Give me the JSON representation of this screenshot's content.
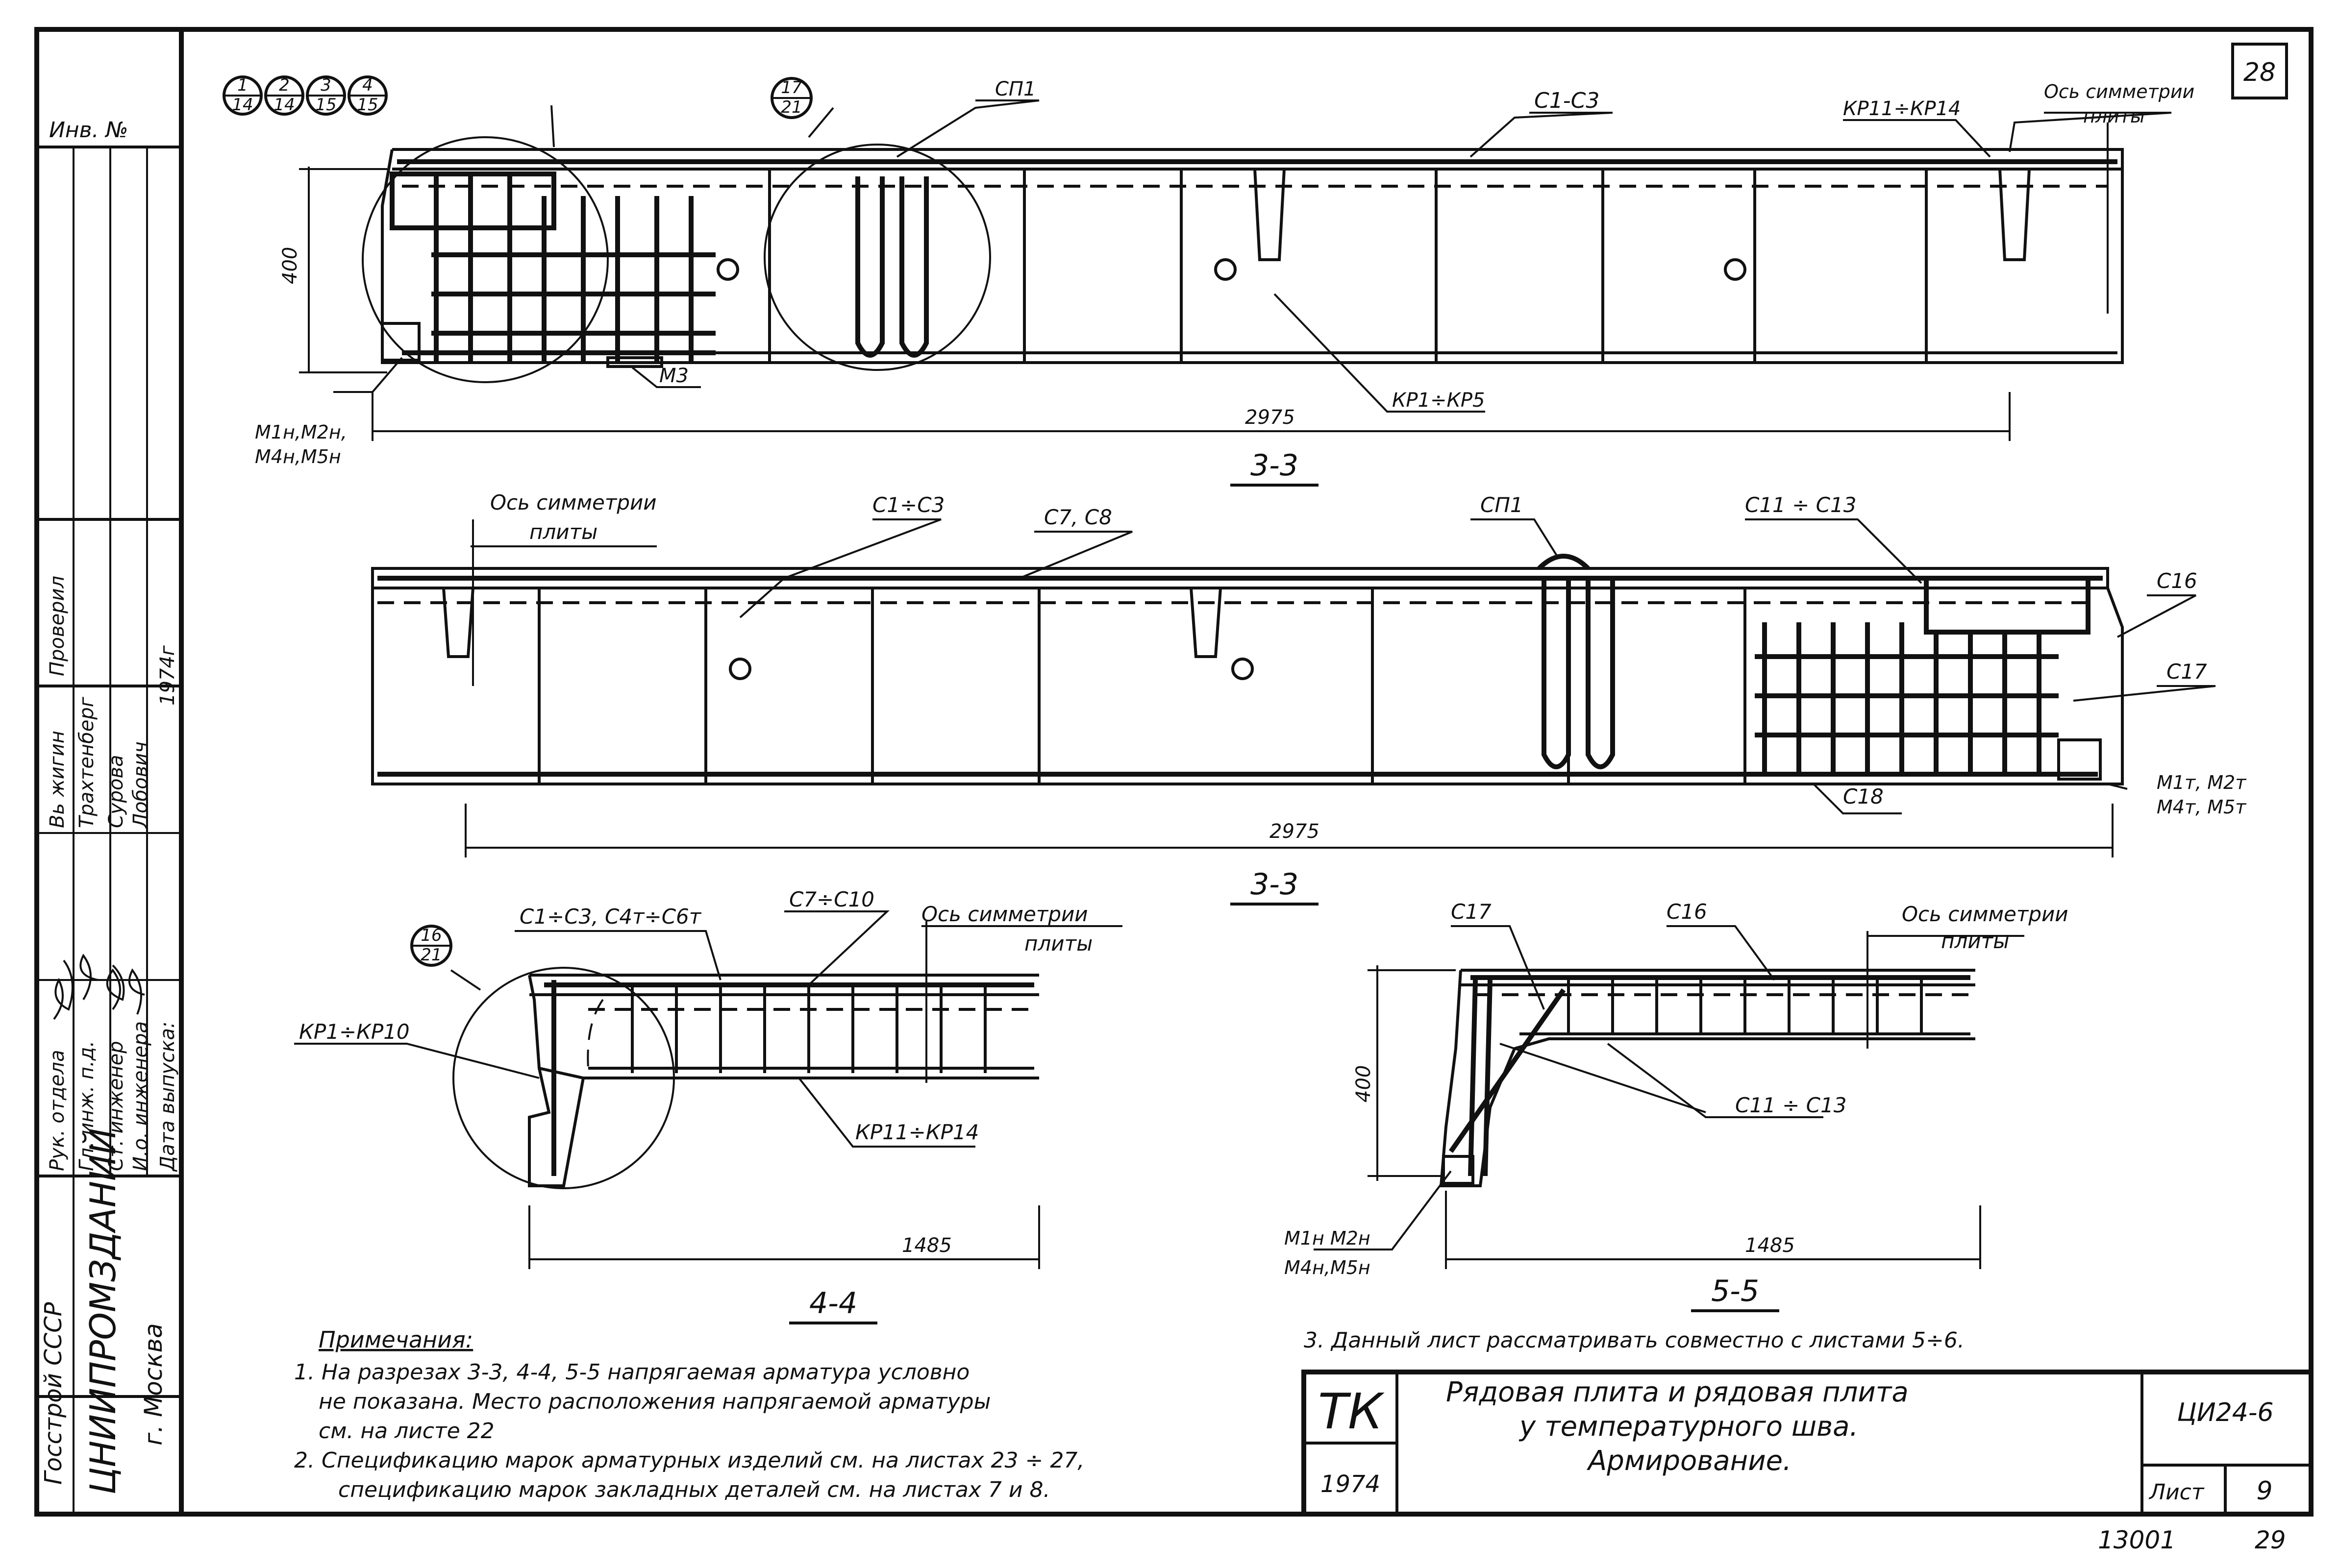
{
  "sheet": {
    "page_number": "28",
    "bottom_left_number": "13001",
    "bottom_right_number": "29"
  },
  "side_stamp": {
    "inv_no": "Инв. №",
    "gosstroy": "Госстрой СССР",
    "institute": "ЦНИИПРОМЗДАНИЙ",
    "city": "г. Москва",
    "roles": [
      "Рук. отдела",
      "Гл. инж. п.д.",
      "Ст. инженер",
      "И.о. инженера",
      "Дата выпуска:"
    ],
    "names": [
      "Вь жигин",
      "Трахтенберг",
      "Сурова",
      "Лобович",
      "1974г"
    ],
    "checked": "Проверил"
  },
  "bubbles": {
    "top_left": [
      {
        "num": "1",
        "den": "14"
      },
      {
        "num": "2",
        "den": "14"
      },
      {
        "num": "3",
        "den": "15"
      },
      {
        "num": "4",
        "den": "15"
      }
    ],
    "top_mid": {
      "num": "17",
      "den": "21"
    },
    "bottom_left": {
      "num": "16",
      "den": "21"
    }
  },
  "view1": {
    "labels": {
      "sp1": "СП1",
      "c1c3": "С1-С3",
      "kp11kp14": "КР11÷КР14",
      "axis": "Ось симметрии",
      "axis2": "плиты",
      "m1": "М1н,М2н,",
      "m2": "М4н,М5н",
      "m3": "М3",
      "kp1kp5": "КР1÷КР5",
      "dim400": "400",
      "dim_len": "2975"
    },
    "section": "3-3"
  },
  "view2": {
    "labels": {
      "axis": "Ось симметрии",
      "axis2": "плиты",
      "c1c3": "С1÷С3",
      "c7c8": "С7, С8",
      "sp1": "СП1",
      "c11c13": "С11 ÷ С13",
      "c16": "С16",
      "c17": "С17",
      "c18": "С18",
      "m1": "М1т, М2т",
      "m2": "М4т, М5т",
      "dim_len": "2975"
    },
    "section": "3-3"
  },
  "view3": {
    "labels": {
      "c1c3": "С1÷С3, С4т÷С6т",
      "c7c10": "С7÷С10",
      "axis": "Ось симметрии",
      "axis2": "плиты",
      "kp1kp10": "КР1÷КР10",
      "kp11kp14": "КР11÷КР14",
      "dim_len": "1485"
    },
    "section": "4-4"
  },
  "view4": {
    "labels": {
      "c17": "С17",
      "c16": "С16",
      "axis": "Ось симметрии",
      "axis2": "плиты",
      "c11c13": "С11 ÷ С13",
      "dim400": "400",
      "m1": "М1н М2н",
      "m2": "М4н,М5н",
      "dim_len": "1485"
    },
    "section": "5-5"
  },
  "notes": {
    "title": "Примечания:",
    "lines": [
      "1. На разрезах 3-3, 4-4, 5-5 напрягаемая арматура условно",
      "не показана. Место расположения напрягаемой арматуры",
      "см. на листе 22",
      "2. Спецификацию марок арматурных изделий см. на листах 23 ÷ 27,",
      "спецификацию марок закладных деталей см. на листах 7 и 8."
    ],
    "note3": "3. Данный лист рассматривать совместно с листами 5÷6."
  },
  "title_block": {
    "tk": "ТК",
    "year": "1974",
    "title_lines": [
      "Рядовая плита и рядовая плита",
      "у температурного шва.",
      "Армирование."
    ],
    "code": "ЦИ24-6",
    "sheet_label": "Лист",
    "sheet_no": "9"
  }
}
